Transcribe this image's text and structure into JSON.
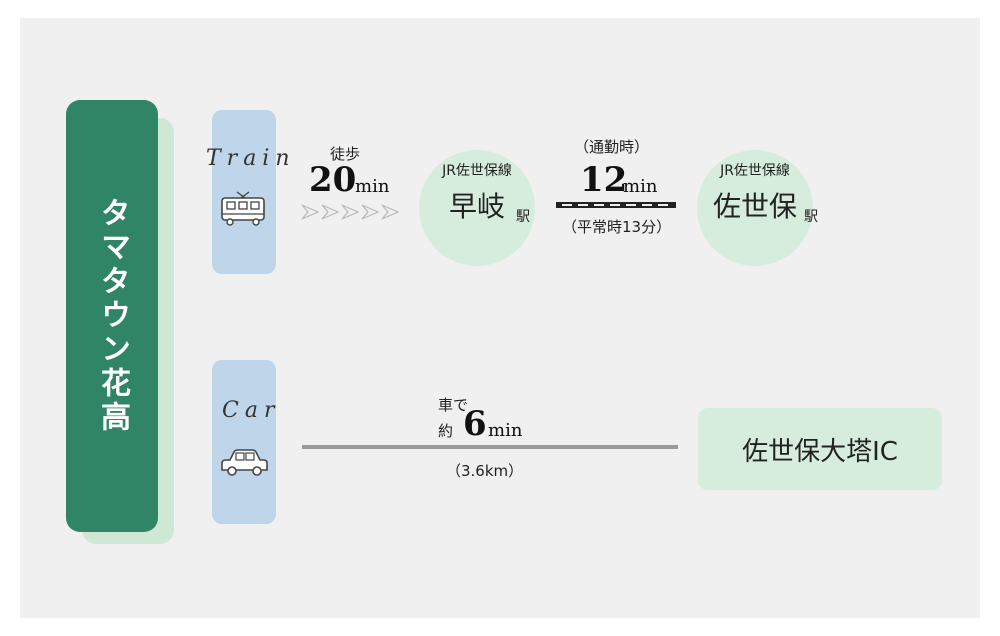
{
  "main": {
    "title": "タマタウン花高"
  },
  "train": {
    "mode_label": "Train",
    "walk_label": "徒歩",
    "walk_number": "20",
    "walk_unit": "min",
    "station1": {
      "line": "JR佐世保線",
      "name": "早岐",
      "suffix": "駅"
    },
    "commute_label": "（通勤時）",
    "ride_number": "12",
    "ride_unit": "min",
    "normal_label": "（平常時13分）",
    "station2": {
      "line": "JR佐世保線",
      "name": "佐世保",
      "suffix": "駅"
    }
  },
  "car": {
    "mode_label": "Car",
    "prefix_line1": "車で",
    "prefix_line2": "約",
    "number": "6",
    "unit": "min",
    "distance": "（3.6km）",
    "destination": "佐世保大塔IC"
  },
  "colors": {
    "main_green": "#2f8565",
    "light_green": "#d6ecdc",
    "pill_blue": "#bfd6ea",
    "background": "#f0f0f0",
    "road_gray": "#9a9a9a"
  },
  "icons": {
    "train": "train-icon",
    "car": "car-icon",
    "walk_arrows": "chevron-arrows-icon"
  }
}
